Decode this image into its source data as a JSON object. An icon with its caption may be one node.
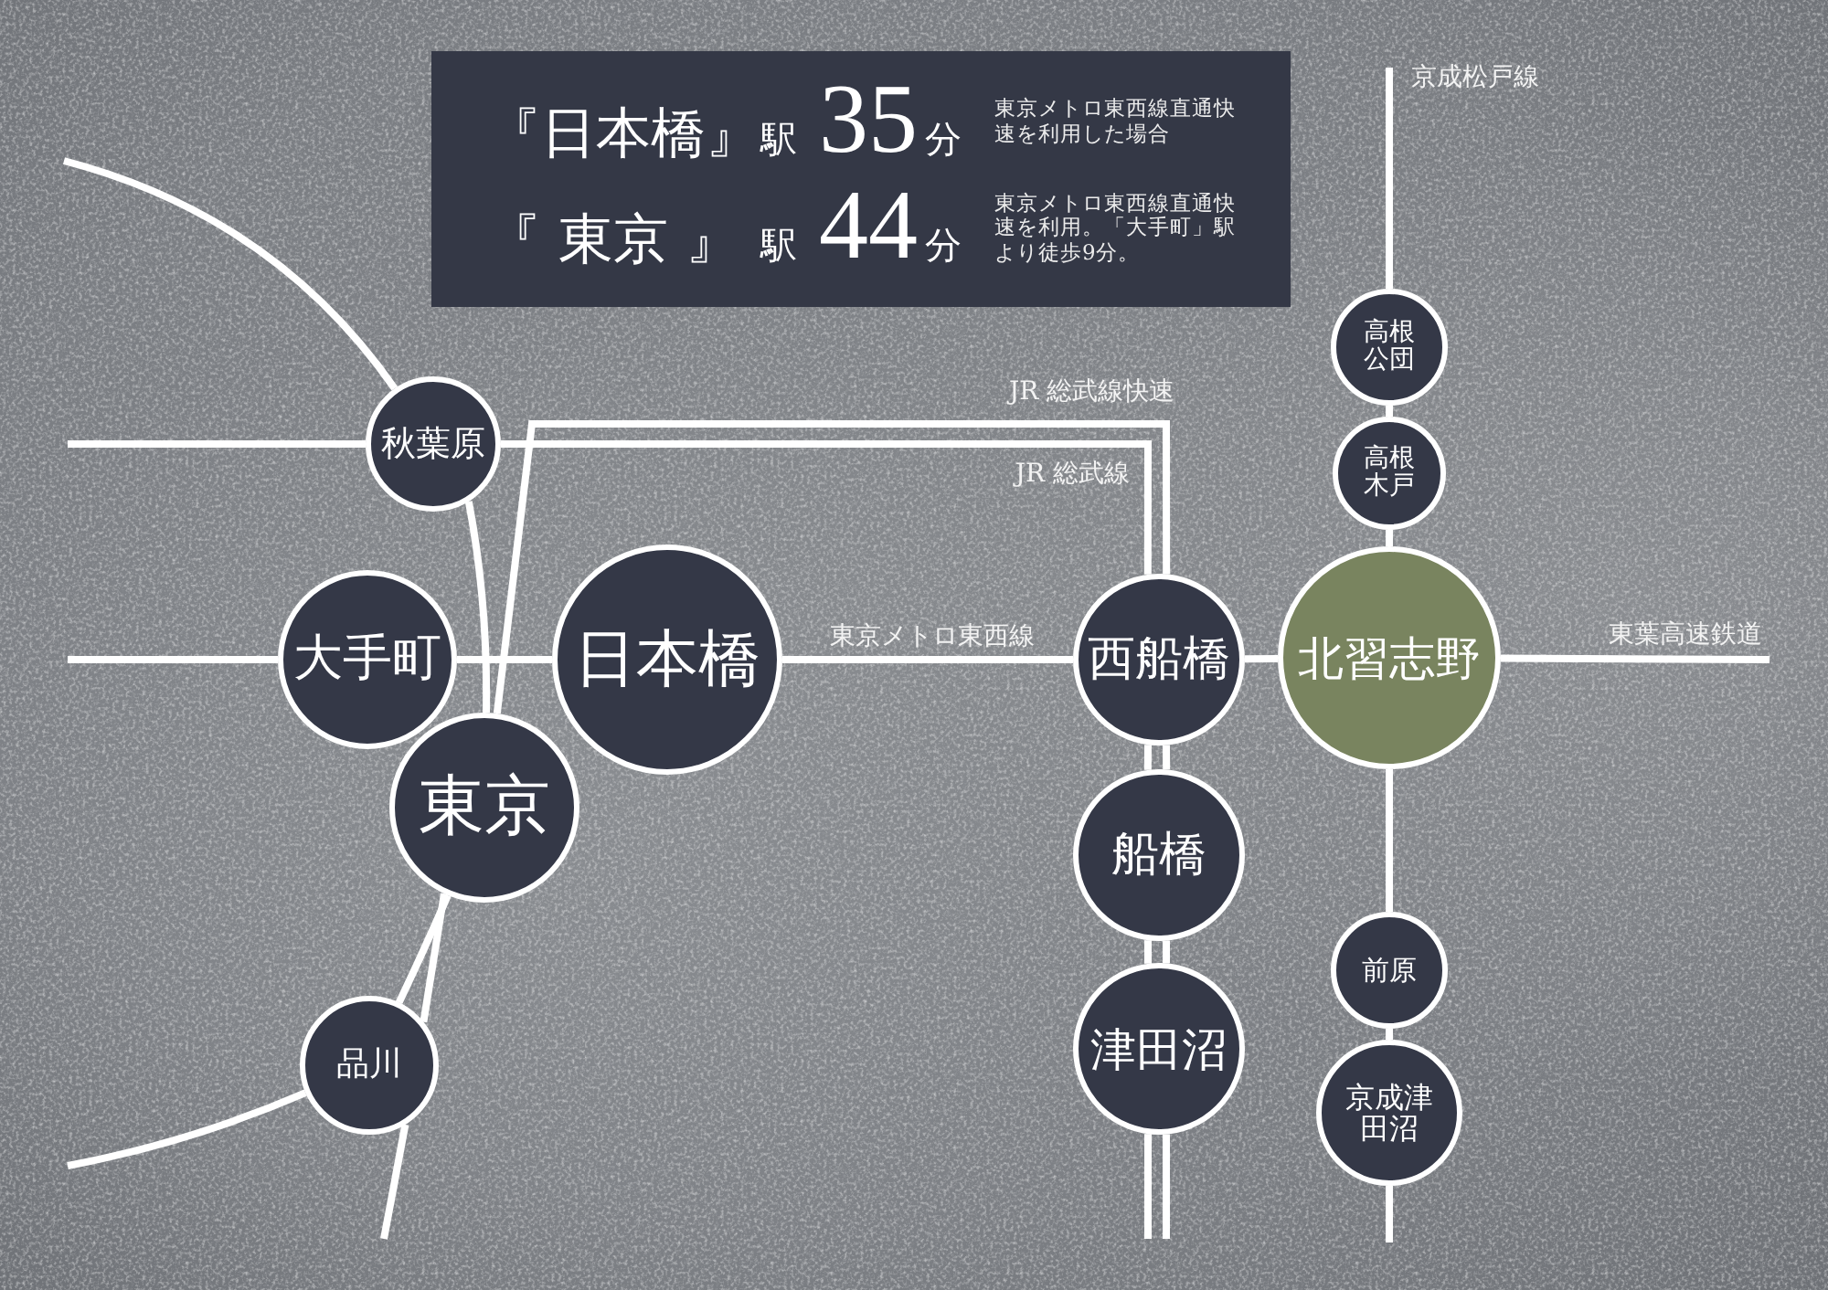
{
  "diagram": {
    "nodes": [
      {
        "text": [
          "『日本橋』",
          "駅",
          "35",
          "分",
          "東京メトロ東西線直通快速を利用した場合",
          "『 東京 』",
          "駅",
          "44",
          "分",
          "東京メトロ東西線直通快速を利用。「大手町」駅より徒歩9分。"
        ]
      },
      {
        "text": [
          "高根公団"
        ]
      },
      {
        "text": [
          "秋葉原"
        ]
      },
      {
        "text": [
          "高根木戸"
        ]
      },
      {
        "text": [
          "大手町"
        ]
      },
      {
        "text": [
          "日本橋"
        ]
      },
      {
        "text": [
          "西船橋"
        ]
      },
      {
        "text": [
          "北習志野"
        ]
      },
      {
        "text": [
          "東京"
        ]
      },
      {
        "text": [
          "船橋"
        ]
      },
      {
        "text": [
          "前原"
        ]
      },
      {
        "text": [
          "津田沼"
        ]
      },
      {
        "text": [
          "品川"
        ]
      },
      {
        "text": [
          "京成津田沼"
        ]
      }
    ],
    "edges": [
      {
        "from": null,
        "to": 2,
        "arrow": "none"
      },
      {
        "from": 2,
        "to": 8,
        "arrow": "none"
      },
      {
        "from": 8,
        "to": 12,
        "arrow": "none"
      },
      {
        "from": 12,
        "to": null,
        "arrow": "none"
      },
      {
        "from": null,
        "to": 2,
        "arrow": "none"
      },
      {
        "from": 2,
        "to": 6,
        "arrow": "none",
        "label": "JR 総武線"
      },
      {
        "from": 8,
        "to": 6,
        "arrow": "none",
        "label": "JR 総武線快速"
      },
      {
        "from": 8,
        "to": 12,
        "arrow": "none"
      },
      {
        "from": 12,
        "to": null,
        "arrow": "none"
      },
      {
        "from": 6,
        "to": 9,
        "arrow": "none"
      },
      {
        "from": 6,
        "to": 9,
        "arrow": "none"
      },
      {
        "from": 9,
        "to": 11,
        "arrow": "none"
      },
      {
        "from": 9,
        "to": 11,
        "arrow": "none"
      },
      {
        "from": 11,
        "to": null,
        "arrow": "none"
      },
      {
        "from": 11,
        "to": null,
        "arrow": "none"
      },
      {
        "from": null,
        "to": 4,
        "arrow": "none"
      },
      {
        "from": 4,
        "to": 5,
        "arrow": "none"
      },
      {
        "from": 5,
        "to": 6,
        "arrow": "none",
        "label": "東京メトロ東西線"
      },
      {
        "from": 6,
        "to": 7,
        "arrow": "none"
      },
      {
        "from": 7,
        "to": null,
        "arrow": "none",
        "label": "東葉高速鉄道"
      },
      {
        "from": null,
        "to": 1,
        "arrow": "none",
        "label": "京成松戸線"
      },
      {
        "from": 1,
        "to": 3,
        "arrow": "none"
      },
      {
        "from": 3,
        "to": 7,
        "arrow": "none"
      },
      {
        "from": 7,
        "to": 10,
        "arrow": "none"
      },
      {
        "from": 10,
        "to": 13,
        "arrow": "none"
      },
      {
        "from": 13,
        "to": null,
        "arrow": "none"
      }
    ]
  }
}
